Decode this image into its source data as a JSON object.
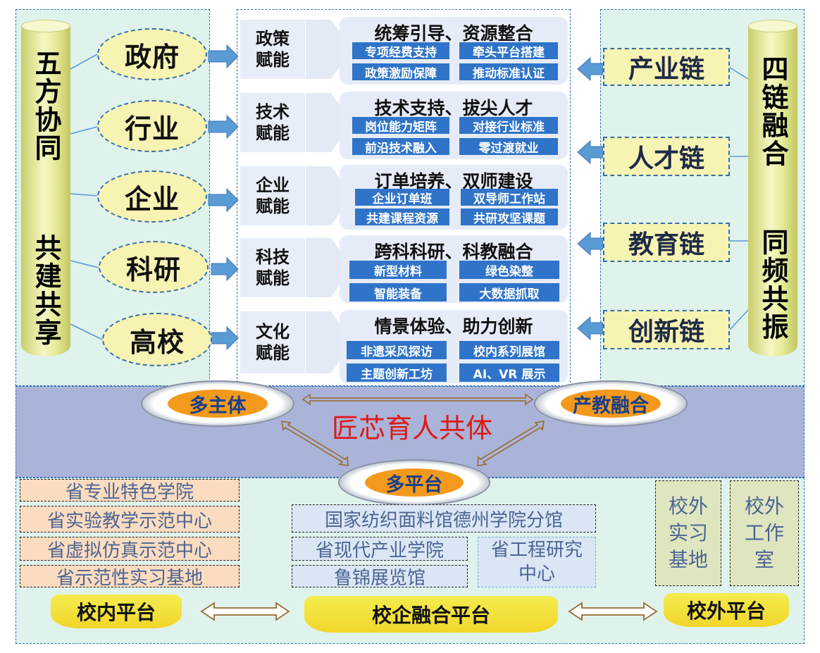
{
  "left_pillar": {
    "top_text": "五方协同",
    "bottom_text": "共建共享"
  },
  "right_pillar": {
    "top_text": "四链融合",
    "bottom_text": "同频共振"
  },
  "parties": [
    "政府",
    "行业",
    "企业",
    "科研",
    "高校"
  ],
  "empowerments": [
    {
      "label": "政策赋能",
      "title": "统筹引导、资源整合",
      "items": [
        "专项经费支持",
        "牵头平台搭建",
        "政策激励保障",
        "推动标准认证"
      ]
    },
    {
      "label": "技术赋能",
      "title": "技术支持、拔尖人才",
      "items": [
        "岗位能力矩阵",
        "对接行业标准",
        "前沿技术融入",
        "零过渡就业"
      ]
    },
    {
      "label": "企业赋能",
      "title": "订单培养、双师建设",
      "items": [
        "企业订单班",
        "双导师工作站",
        "共建课程资源",
        "共研攻坚课题"
      ]
    },
    {
      "label": "科技赋能",
      "title": "跨科科研、科教融合",
      "items": [
        "新型材料",
        "绿色染整",
        "智能装备",
        "大数据抓取"
      ]
    },
    {
      "label": "文化赋能",
      "title": "情景体验、助力创新",
      "items": [
        "非遗采风探访",
        "校内系列展馆",
        "主题创新工坊",
        "AI、VR 展示"
      ]
    }
  ],
  "chains": [
    "产业链",
    "人才链",
    "教育链",
    "创新链"
  ],
  "community": {
    "center": "匠芯育人共体",
    "nodes": {
      "left": "多主体",
      "right": "产教融合",
      "bottom": "多平台"
    }
  },
  "platforms": {
    "campus": [
      "省专业特色学院",
      "省实验教学示范中心",
      "省虚拟仿真示范中心",
      "省示范性实习基地"
    ],
    "enterprise": [
      "国家纺织面料馆德州学院分馆",
      "省现代产业学院",
      "鲁锦展览馆",
      "省工程研究中心"
    ],
    "offcampus": [
      "校外实习基地",
      "校外工作室"
    ]
  },
  "banners": {
    "campus": "校内平台",
    "enterprise": "校企融合平台",
    "offcampus": "校外平台"
  },
  "colors": {
    "button_blue": "#2f74c9",
    "community_band": "#aab4d8",
    "ring_orange": "#f39a1c",
    "center_red": "#e01818"
  }
}
